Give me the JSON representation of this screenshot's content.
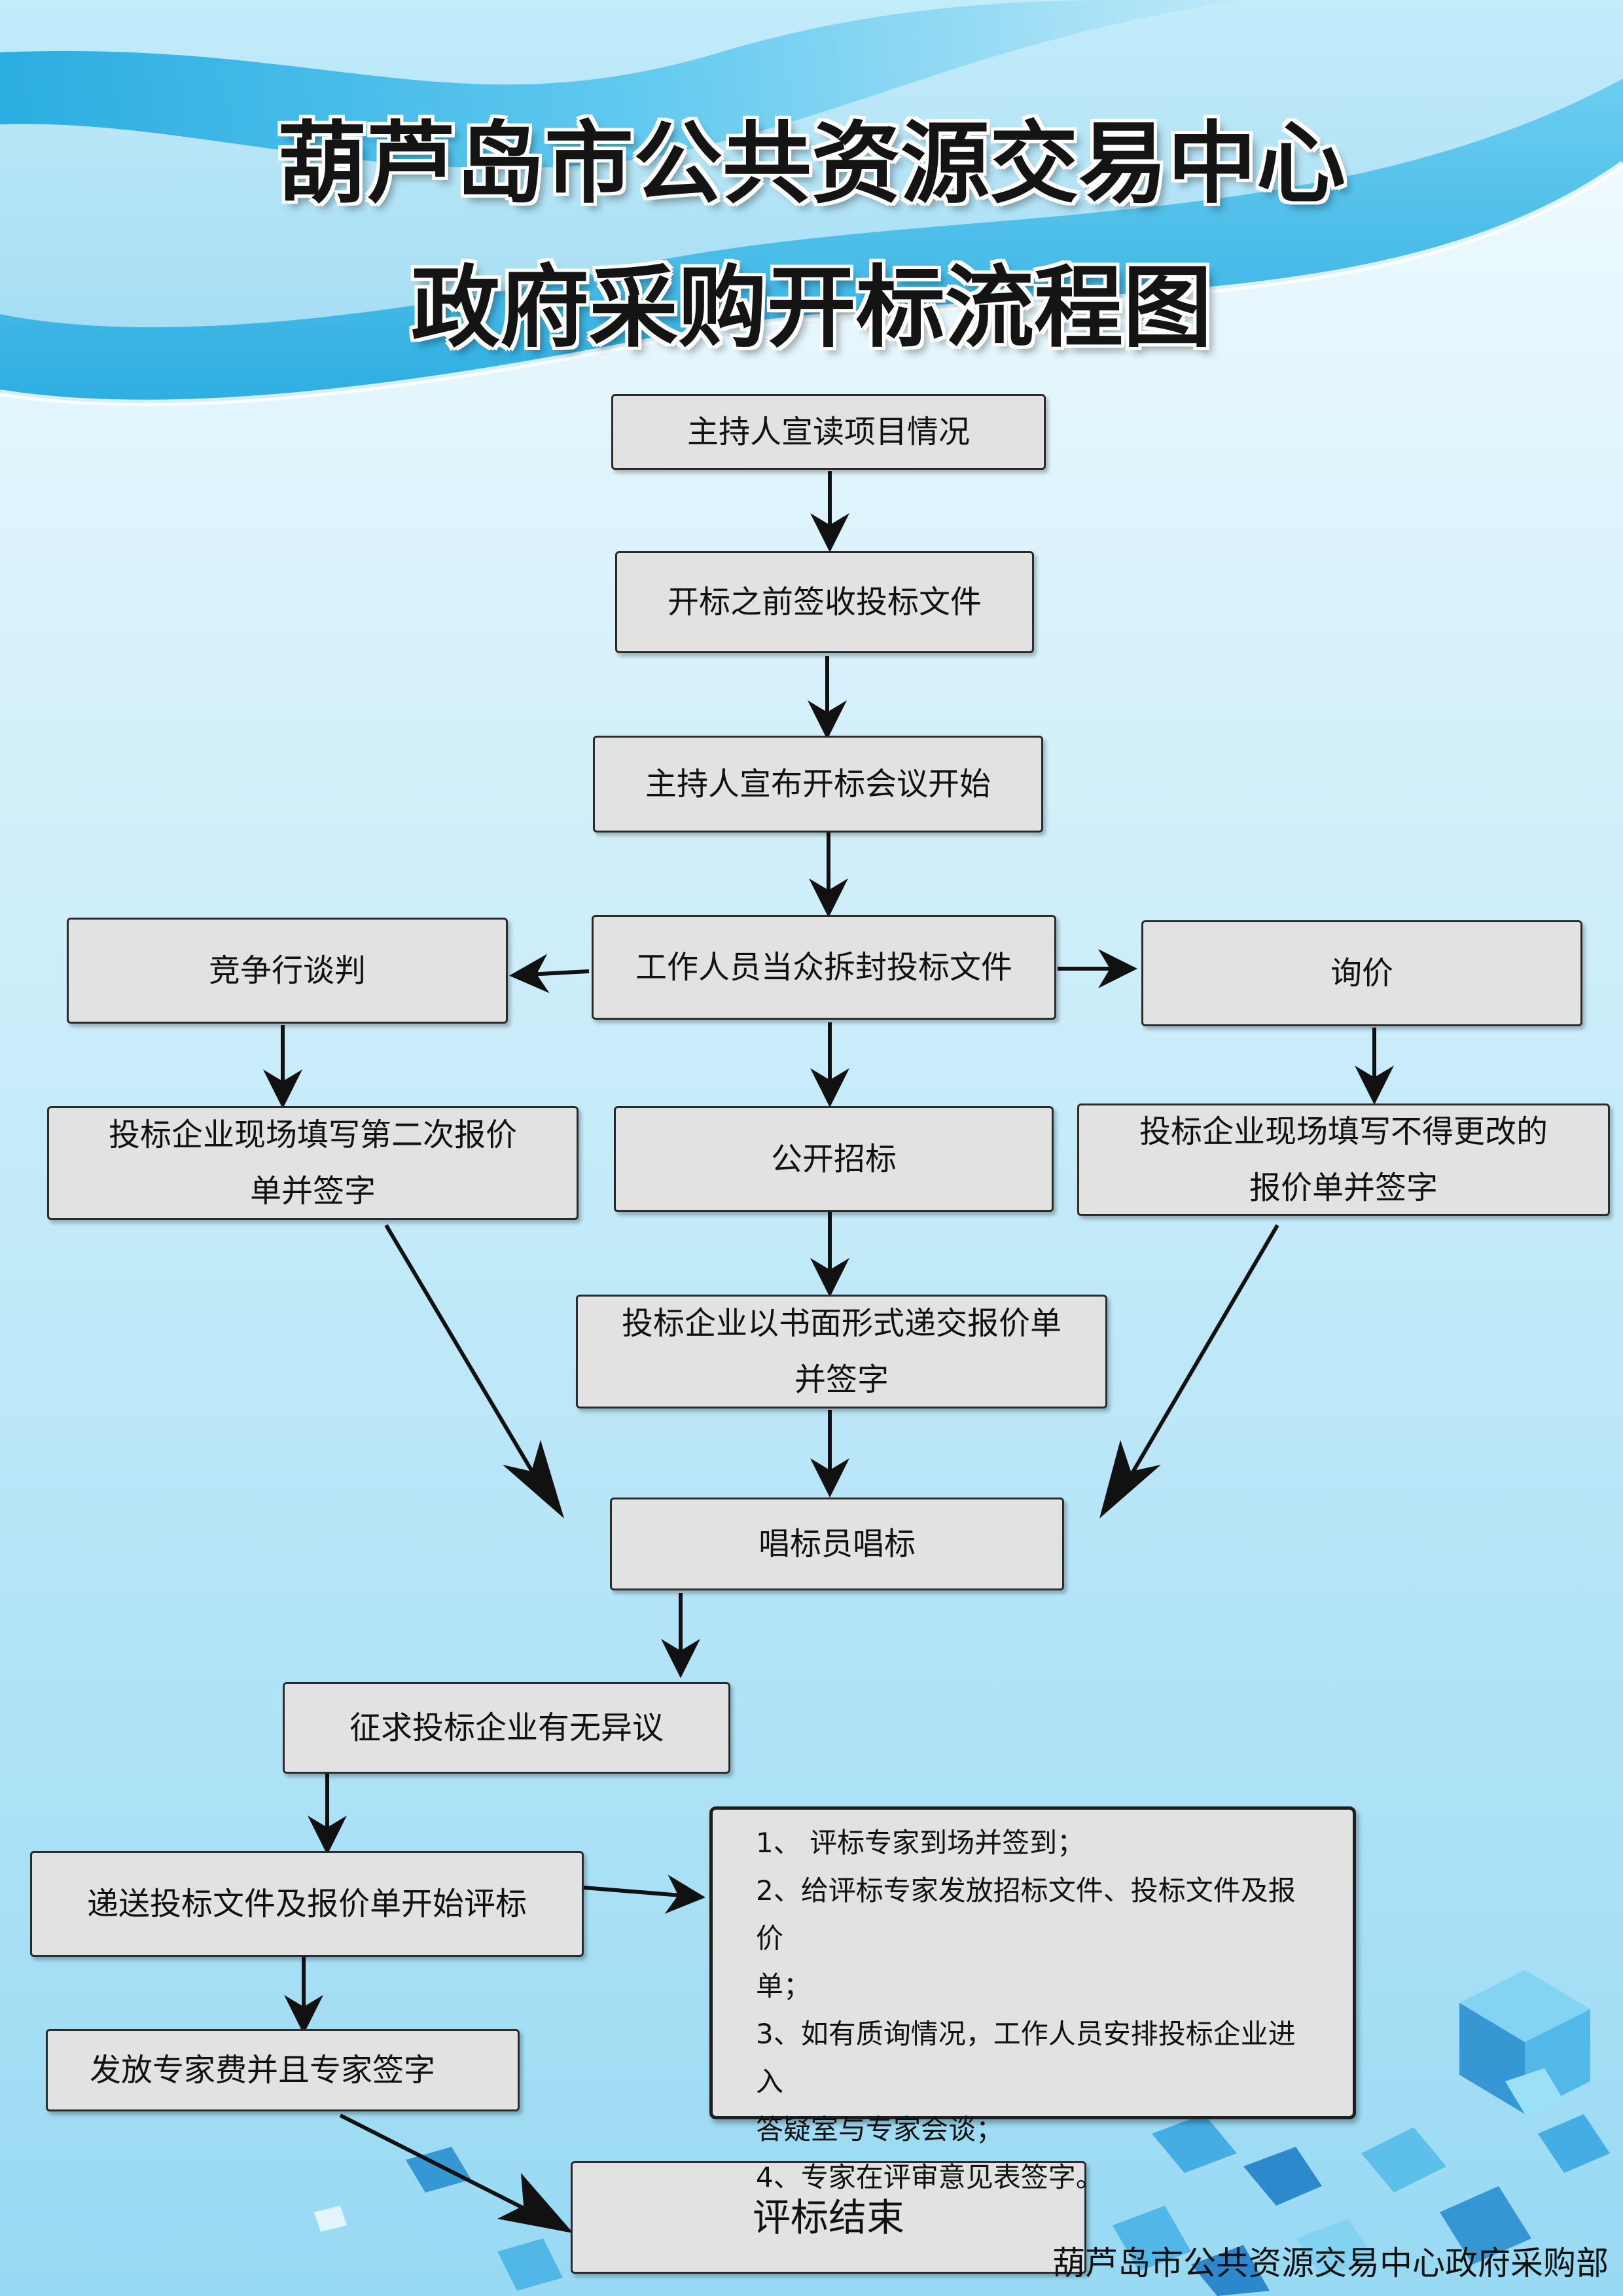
{
  "title_line1": "葫芦岛市公共资源交易中心",
  "title_line2": "政府采购开标流程图",
  "steps": {
    "host_read": "主持人宣读项目情况",
    "sign_docs": "开标之前签收投标文件",
    "announce": "主持人宣布开标会议开始",
    "unseal": "工作人员当众拆封投标文件",
    "negotiation": "竞争行谈判",
    "inquiry": "询价",
    "public_bid": "公开招标",
    "second_quote_l1": "投标企业现场填写第二次报价",
    "second_quote_l2": "单并签字",
    "fixed_quote_l1": "投标企业现场填写不得更改的",
    "fixed_quote_l2": "报价单并签字",
    "written_quote_l1": "投标企业以书面形式递交报价单",
    "written_quote_l2": "并签字",
    "sing": "唱标员唱标",
    "objection": "征求投标企业有无异议",
    "deliver": "递送投标文件及报价单开始评标",
    "fee": "发放专家费并且专家签字",
    "end": "评标结束"
  },
  "notes": [
    "1、 评标专家到场并签到；",
    "2、给评标专家发放招标文件、投标文件及报价",
    "单；",
    "3、如有质询情况，工作人员安排投标企业进入",
    "答疑室与专家会谈；",
    "4、专家在评审意见表签字。"
  ],
  "footer": "葫芦岛市公共资源交易中心政府采购部",
  "colors": {
    "box_fill": "#e2e2e3",
    "box_border": "#2b2b2b",
    "arrow": "#111111",
    "wave": "#1ba9e1"
  }
}
